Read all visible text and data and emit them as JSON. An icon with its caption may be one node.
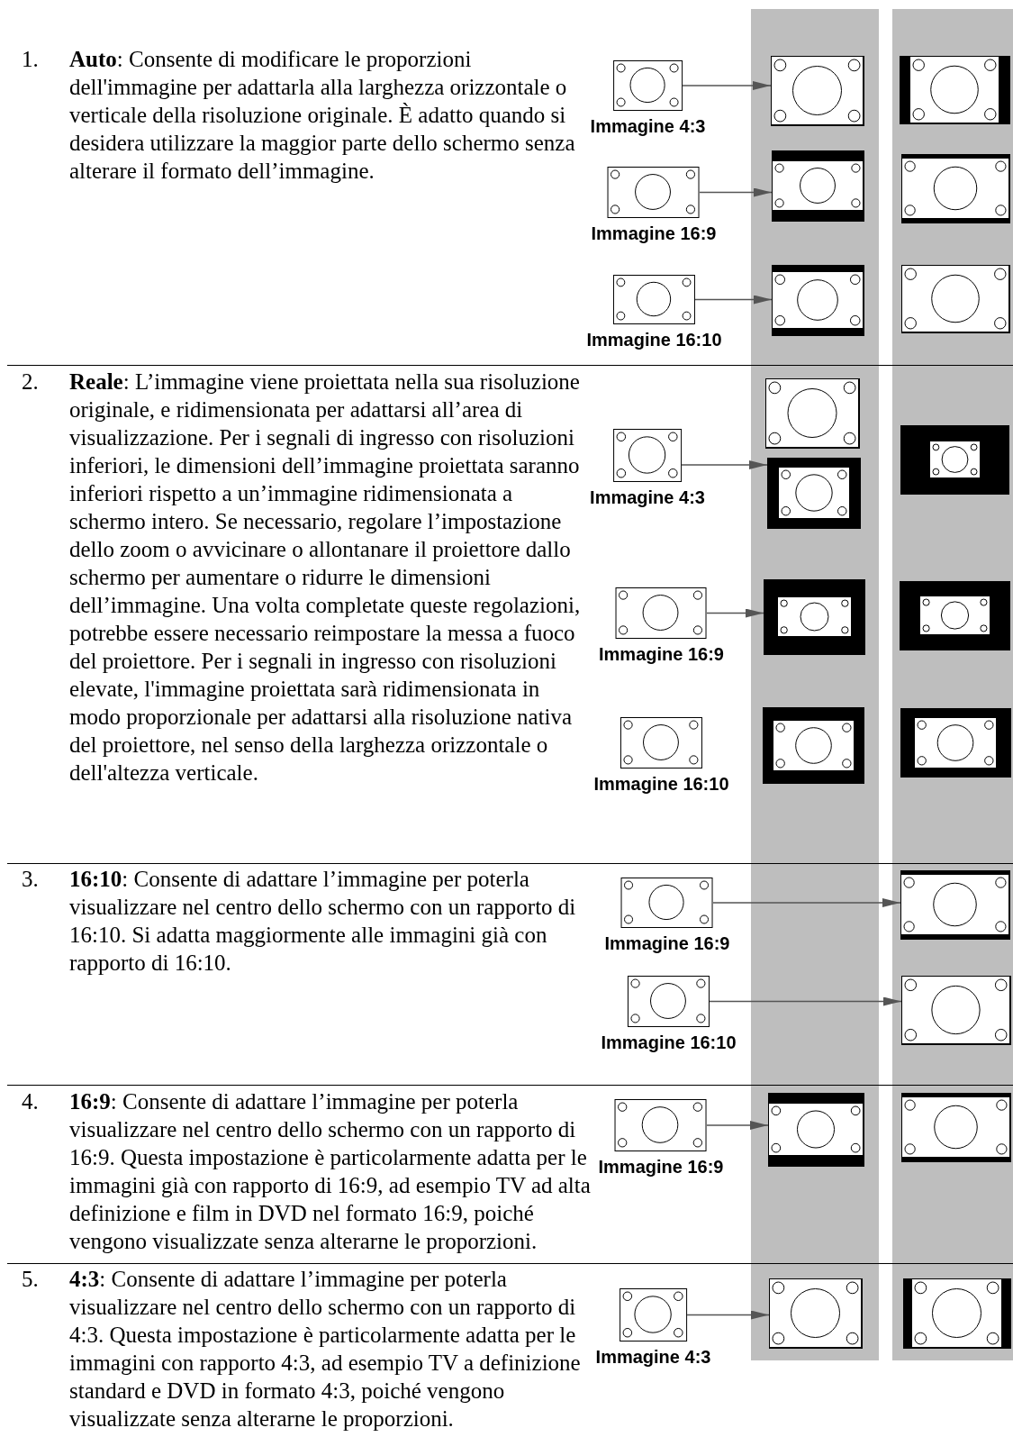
{
  "diagram": {
    "nodes": [
      {
        "text": [
          "Immagine 4:3"
        ]
      },
      {
        "text": [],
        "shape": "picture"
      },
      {
        "text": [],
        "shape": "picture"
      },
      {
        "text": [
          "Immagine 16:9"
        ]
      },
      {
        "text": [],
        "shape": "picture"
      },
      {
        "text": [],
        "shape": "picture"
      },
      {
        "text": [
          "Immagine 16:10"
        ]
      },
      {
        "text": [],
        "shape": "picture"
      },
      {
        "text": [],
        "shape": "picture"
      },
      {
        "text": [
          "Immagine 4:3"
        ]
      },
      {
        "text": [],
        "shape": "picture"
      },
      {
        "text": [],
        "shape": "picture"
      },
      {
        "text": [],
        "shape": "picture"
      },
      {
        "text": [
          "Immagine 16:9"
        ]
      },
      {
        "text": [],
        "shape": "picture"
      },
      {
        "text": [],
        "shape": "picture"
      },
      {
        "text": [
          "Immagine 16:10"
        ]
      },
      {
        "text": [],
        "shape": "picture"
      },
      {
        "text": [],
        "shape": "picture"
      },
      {
        "text": [
          "Immagine 16:9"
        ]
      },
      {
        "text": [],
        "shape": "picture"
      },
      {
        "text": [
          "Immagine 16:10"
        ]
      },
      {
        "text": [],
        "shape": "picture"
      },
      {
        "text": [
          "Immagine 16:9"
        ]
      },
      {
        "text": [],
        "shape": "picture"
      },
      {
        "text": [],
        "shape": "picture"
      },
      {
        "text": [
          "Immagine 4:3"
        ]
      },
      {
        "text": [],
        "shape": "picture"
      },
      {
        "text": [],
        "shape": "picture"
      }
    ],
    "edges": [
      {
        "from": 0,
        "to": 1,
        "arrow": "to"
      },
      {
        "from": 3,
        "to": 4,
        "arrow": "to"
      },
      {
        "from": 6,
        "to": 7,
        "arrow": "to"
      },
      {
        "from": 9,
        "to": 11,
        "arrow": "to"
      },
      {
        "from": 13,
        "to": 14,
        "arrow": "to"
      },
      {
        "from": 19,
        "to": 20,
        "arrow": "to"
      },
      {
        "from": 21,
        "to": 22,
        "arrow": "to"
      },
      {
        "from": 23,
        "to": 24,
        "arrow": "to"
      },
      {
        "from": 26,
        "to": 27,
        "arrow": "to"
      }
    ],
    "labels": [
      "1.",
      "**Auto**: Consente di modificare le proporzioni dell'immagine per adattarla alla larghezza orizzontale o verticale della risoluzione originale. È adatto quando si desidera utilizzare la maggior parte dello schermo senza alterare il formato dell’immagine.",
      "2.",
      "**Reale**: L’immagine viene proiettata nella sua risoluzione originale, e ridimensionata per adattarsi all’area di visualizzazione. Per i segnali di ingresso con risoluzioni inferiori, le dimensioni dell’immagine proiettata saranno inferiori rispetto a un’immagine ridimensionata a schermo intero. Se necessario, regolare l’impostazione dello zoom o avvicinare o allontanare il proiettore dallo schermo per aumentare o ridurre le dimensioni dell’immagine. Una volta completate queste regolazioni, potrebbe essere necessario reimpostare la messa a fuoco del proiettore. Per i segnali in ingresso con risoluzioni elevate, l'immagine proiettata sarà ridimensionata in modo proporzionale per adattarsi alla risoluzione nativa del proiettore, nel senso della larghezza orizzontale o dell'altezza verticale.",
      "3.",
      "**16:10**: Consente di adattare l’immagine per poterla visualizzare nel centro dello schermo con un rapporto di 16:10. Si adatta maggiormente alle immagini già con rapporto di 16:10.",
      "4.",
      "**16:9**: Consente di adattare l’immagine per poterla visualizzare nel centro dello schermo con un rapporto di 16:9. Questa impostazione è particolarmente adatta per le immagini già con rapporto di 16:9, ad esempio TV ad alta definizione e film in DVD nel formato 16:9, poiché vengono visualizzate senza alterarne le proporzioni.",
      "5.",
      "**4:3**: Consente di adattare l’immagine per poterla visualizzare nel centro dello schermo con un rapporto di 4:3. Questa impostazione è particolarmente adatta per le immagini con rapporto 4:3, ad esempio TV a definizione standard e DVD in formato 4:3, poiché vengono visualizzate senza alterarne le proporzioni."
    ]
  }
}
